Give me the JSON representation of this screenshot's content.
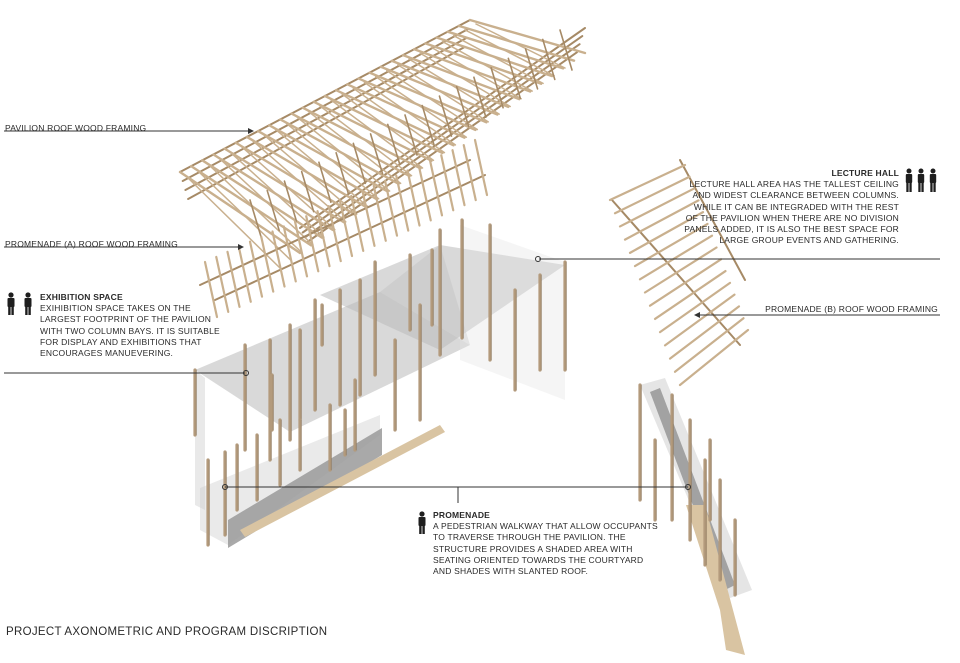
{
  "labels": {
    "roof": "PAVILION ROOF WOOD FRAMING",
    "promenade_a": "PROMENADE (A) ROOF WOOD FRAMING",
    "promenade_b": "PROMENADE (B) ROOF WOOD FRAMING"
  },
  "exhibition": {
    "title": "EXHIBITION SPACE",
    "body": "EXIHIBITION SPACE TAKES ON THE\nLARGEST FOOTPRINT OF THE PAVILION\nWITH TWO COLUMN BAYS. IT IS SUITABLE\nFOR DISPLAY AND EXHIBITIONS THAT\nENCOURAGES MANUEVERING."
  },
  "lecture": {
    "title": "LECTURE HALL",
    "body": "LECTURE HALL AREA HAS THE TALLEST CEILING\nAND WIDEST CLEARANCE BETWEEN COLUMNS.\nWHILE IT CAN BE INTEGRADED WITH THE REST\nOF THE PAVILION WHEN THERE ARE NO DIVISION\nPANELS ADDED, IT IS ALSO THE BEST SPACE FOR\nLARGE GROUP EVENTS AND GATHERING."
  },
  "promenade": {
    "title": "PROMENADE",
    "body": "A PEDESTRIAN WALKWAY THAT ALLOW OCCUPANTS\nTO TRAVERSE THROUGH THE PAVILION. THE\nSTRUCTURE PROVIDES A SHADED AREA WITH\nSEATING ORIENTED TOWARDS THE COURTYARD\nAND SHADES WITH SLANTED ROOF."
  },
  "project_title": "PROJECT AXONOMETRIC AND PROGRAM DISCRIPTION",
  "colors": {
    "wood": "#c9b08e",
    "wood_dark": "#a68a66",
    "column": "#b39a7c",
    "slab": "#a9a9a9",
    "leader": "#333333"
  }
}
